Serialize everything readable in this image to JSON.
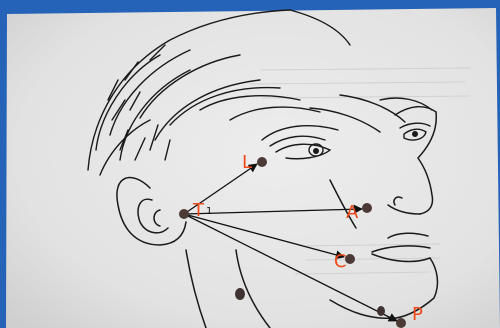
{
  "colors": {
    "frame": "#2563b8",
    "paper": "#e4e4e4",
    "ink": "#1a1a1a",
    "point": "#4b3a36",
    "label": "#f04a1a"
  },
  "diagram": {
    "points": [
      {
        "id": "T",
        "label": "T"
      },
      {
        "id": "L",
        "label": "L"
      },
      {
        "id": "A",
        "label": "A"
      },
      {
        "id": "C",
        "label": "C"
      },
      {
        "id": "P",
        "label": "P"
      }
    ],
    "angle_mark": "1"
  }
}
